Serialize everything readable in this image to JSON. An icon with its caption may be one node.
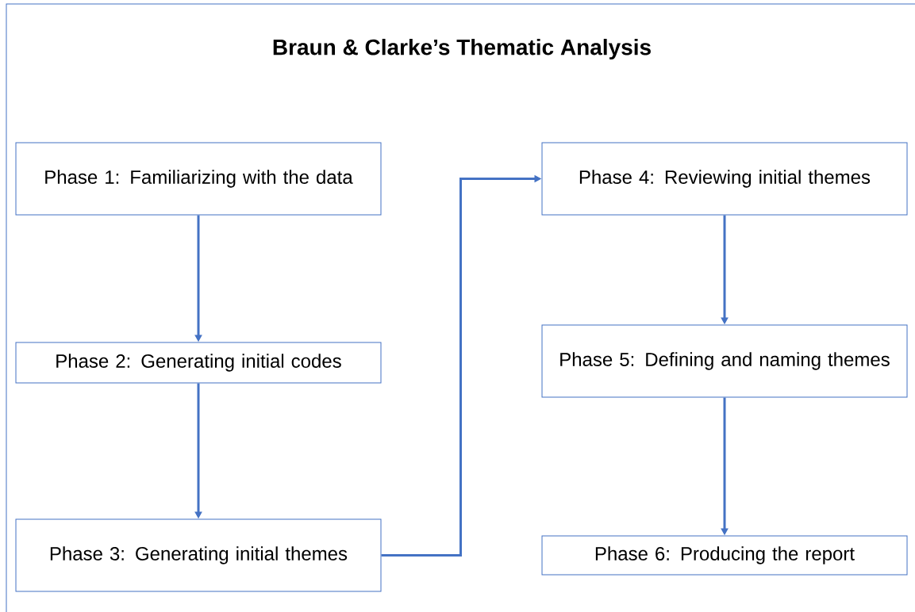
{
  "diagram": {
    "title": "Braun & Clarke’s Thematic Analysis",
    "nodes": [
      {
        "text": [
          "Phase 1: Familiarizing with the data"
        ]
      },
      {
        "text": [
          "Phase 2: Generating initial codes"
        ]
      },
      {
        "text": [
          "Phase 3: Generating initial themes"
        ]
      },
      {
        "text": [
          "Phase 4: Reviewing initial themes"
        ]
      },
      {
        "text": [
          "Phase 5: Defining and naming themes"
        ]
      },
      {
        "text": [
          "Phase 6: Producing the report"
        ]
      }
    ],
    "edges": [
      {
        "from": 0,
        "to": 1,
        "arrow": "to"
      },
      {
        "from": 1,
        "to": 2,
        "arrow": "to"
      },
      {
        "from": 2,
        "to": 3,
        "arrow": "to"
      },
      {
        "from": 3,
        "to": 4,
        "arrow": "to"
      },
      {
        "from": 4,
        "to": 5,
        "arrow": "to"
      }
    ]
  }
}
